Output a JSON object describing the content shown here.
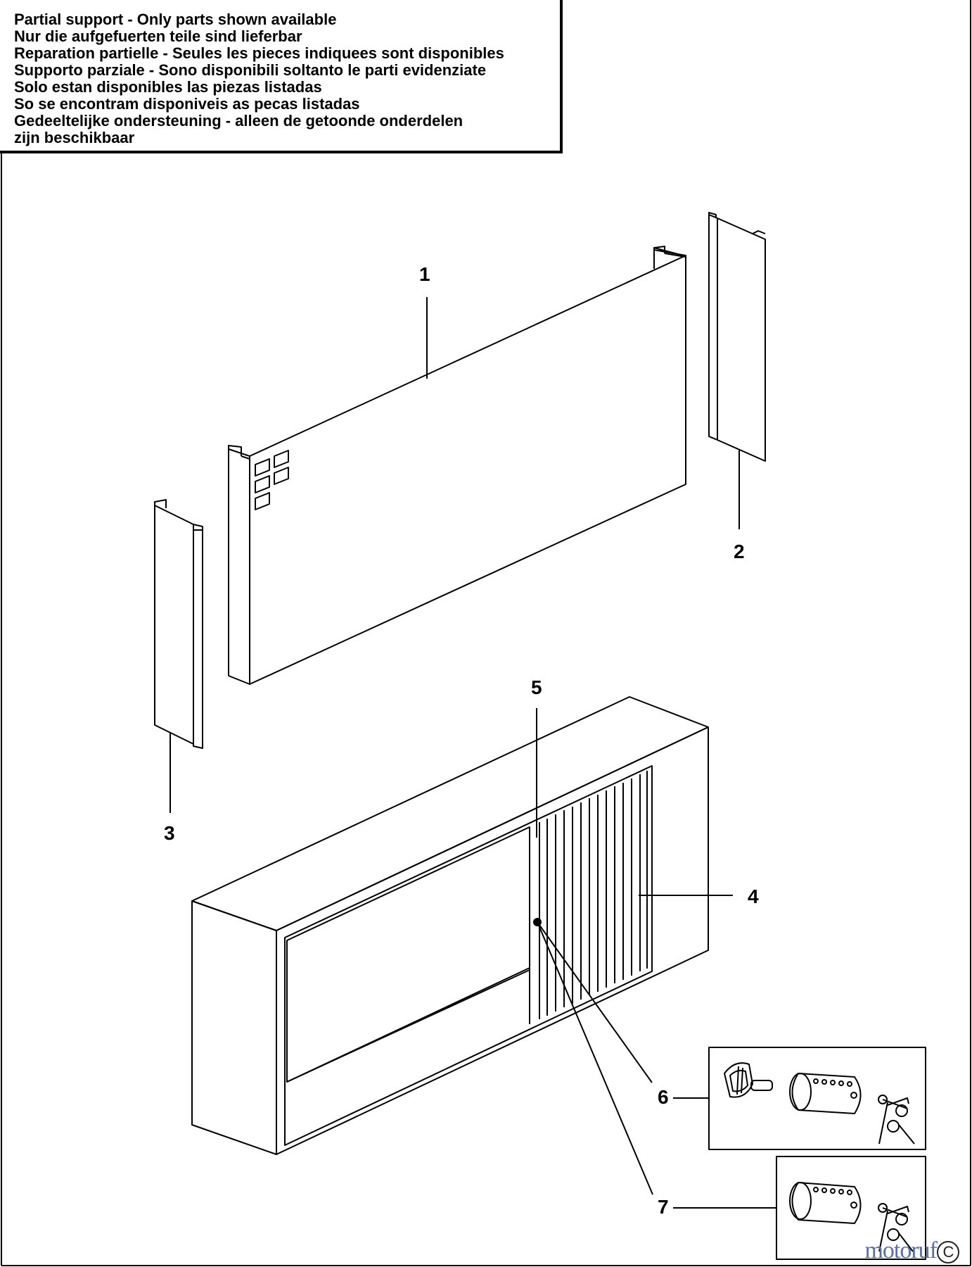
{
  "notice": {
    "lines": [
      "Partial support - Only parts shown available",
      "Nur die aufgefuerten teile sind lieferbar",
      "Reparation partielle - Seules les pieces indiquees sont disponibles",
      "Supporto parziale - Sono disponibili soltanto le parti evidenziate",
      "Solo estan disponibles las piezas listadas",
      "So se encontram disponiveis as pecas listadas",
      "Gedeeltelijke ondersteuning - alleen de getoonde onderdelen",
      "zijn beschikbaar"
    ]
  },
  "callouts": {
    "p1": "1",
    "p2": "2",
    "p3": "3",
    "p4": "4",
    "p5": "5",
    "p6": "6",
    "p7": "7"
  },
  "watermark": {
    "text": "motoruf",
    "copyright": "C"
  },
  "colors": {
    "line": "#000000",
    "background": "#ffffff",
    "watermark": "#5a6ea8"
  }
}
